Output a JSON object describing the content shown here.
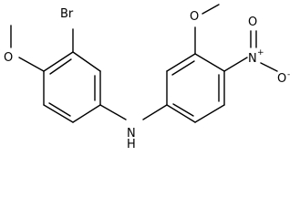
{
  "molecule": {
    "atoms": {
      "br": "Br",
      "o_methoxy_left": "O",
      "nh": "N",
      "h": "H",
      "o_methoxy_right": "O",
      "n_nitro": "N",
      "o_nitro_top": "O",
      "o_nitro_right": "O"
    },
    "charges": {
      "n_nitro": "+",
      "o_nitro_right": "-"
    }
  },
  "colors": {
    "bond": "#000000",
    "text": "#000000",
    "background": "#ffffff"
  }
}
